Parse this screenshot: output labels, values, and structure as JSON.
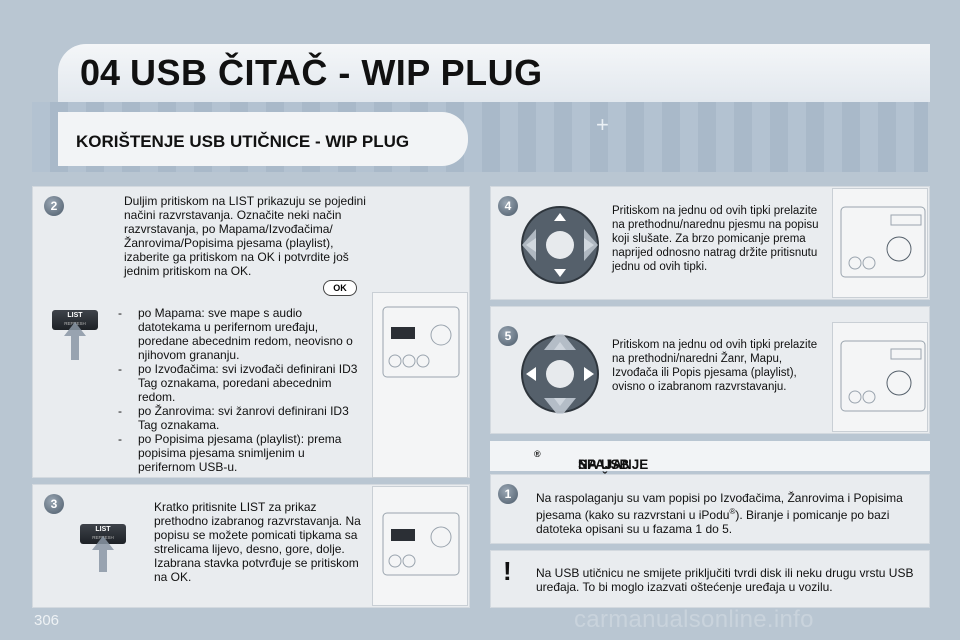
{
  "header": {
    "chapter_number": "04",
    "chapter_title": "USB ČITAČ - WIP PLUG"
  },
  "section": {
    "title": "KORIŠTENJE USB UTIČNICE - WIP PLUG"
  },
  "step2": {
    "badge": "2",
    "text": "Duljim pritiskom na LIST prikazuju se pojedini načini razvrstavanja. Označite neki način razvrstavanja, po Mapama/Izvođačima/Žanrovima/Popisima pjesama (playlist), izaberite ga pritiskom na OK i potvrdite još jednim pritiskom na OK.",
    "ok_label": "OK",
    "list_label": "LIST",
    "list_sublabel": "REFRESH",
    "bullets": [
      "po Mapama: sve mape s audio datotekama u perifernom uređaju, poredane abecednim redom, neovisno o njihovom grananju.",
      "po Izvođačima: svi izvođači definirani ID3 Tag oznakama, poredani abecednim redom.",
      "po Žanrovima: svi žanrovi definirani ID3 Tag oznakama.",
      "po Popisima pjesama (playlist): prema popisima pjesama snimljenim u perifernom USB-u."
    ],
    "dash": "-"
  },
  "step3": {
    "badge": "3",
    "text": "Kratko pritisnite LIST za prikaz prethodno izabranog razvrstavanja. Na popisu se možete pomicati tipkama sa strelicama lijevo, desno, gore, dolje. Izabrana stavka potvrđuje se pritiskom na OK.",
    "list_label": "LIST",
    "list_sublabel": "REFRESH"
  },
  "step4": {
    "badge": "4",
    "text": "Pritiskom na jednu od ovih tipki prelazite na prethodnu/narednu pjesmu na popisu koji slušate. Za brzo pomicanje prema naprijed odnosno natrag držite pritisnutu jednu od ovih tipki."
  },
  "step5": {
    "badge": "5",
    "text": "Pritiskom na jednu od ovih tipki prelazite na prethodni/naredni Žanr, Mapu, Izvođača ili Popis pjesama (playlist), ovisno o izabranom razvrstavanju."
  },
  "ipod": {
    "title_prefix": "SPAJANJE IPOD-a",
    "title_reg": "®",
    "title_suffix": " NA USB UTIČNICU",
    "badge": "1",
    "text_1": "Na raspolaganju su vam popisi po Izvođačima, Žanrovima i Popisima pjesama (kako su razvrstani u iPodu",
    "text_reg": "®",
    "text_2": "). Biranje i pomicanje po bazi datoteka opisani su u fazama 1 do 5."
  },
  "warning": {
    "icon": "!",
    "text": "Na USB utičnicu ne smijete priključiti tvrdi disk ili neku drugu vrstu USB uređaja. To bi moglo izazvati oštećenje uređaja u vozilu."
  },
  "footer": {
    "page_number": "306",
    "watermark": "carmanualsonline.info"
  },
  "colors": {
    "background": "#b9c6d2",
    "card": "#e9ecef",
    "badge": "#4b5a69"
  }
}
